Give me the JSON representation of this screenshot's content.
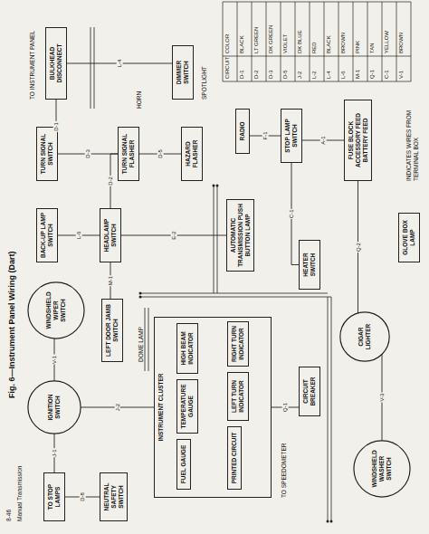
{
  "diagram": {
    "caption": "Fig. 6—Instrument Panel Wiring (Dart)",
    "nodes": [
      {
        "text": [
          "BULKHEAD DISCONNECT"
        ]
      },
      {
        "text": [
          "TURN SIGNAL SWITCH"
        ]
      },
      {
        "text": [
          "HEADLAMP SWITCH"
        ]
      },
      {
        "text": [
          "DIMMER SWITCH"
        ]
      },
      {
        "text": [
          "BACK-UP LAMP SWITCH"
        ]
      },
      {
        "text": [
          "WINDSHIELD WIPER SWITCH"
        ]
      },
      {
        "text": [
          "IGNITION SWITCH"
        ]
      },
      {
        "text": [
          "TO STOP LAMPS"
        ]
      },
      {
        "text": [
          "TURN SIGNAL FLASHER"
        ]
      },
      {
        "text": [
          "HAZARD FLASHER"
        ]
      },
      {
        "text": [
          "INSTRUMENT CLUSTER"
        ]
      },
      {
        "text": [
          "FUEL GAUGE"
        ],
        "in": 10
      },
      {
        "text": [
          "TEMPERATURE GAUGE"
        ],
        "in": 10
      },
      {
        "text": [
          "HIGH BEAM INDICATOR"
        ],
        "in": 10
      },
      {
        "text": [
          "PRINTED CIRCUIT"
        ],
        "in": 10
      },
      {
        "text": [
          "LEFT TURN INDICATOR"
        ],
        "in": 10
      },
      {
        "text": [
          "RIGHT TURN INDICATOR"
        ],
        "in": 10
      },
      {
        "text": [
          "CIRCUIT BREAKER"
        ]
      },
      {
        "text": [
          "NEUTRAL SAFETY SWITCH"
        ]
      },
      {
        "text": [
          "LEFT DOOR JAMB SWITCH"
        ]
      },
      {
        "text": [
          "AUTOMATIC TRANSMISSION PUSH BUTTON LAMP"
        ]
      },
      {
        "text": [
          "RADIO"
        ]
      },
      {
        "text": [
          "STOP LAMP SWITCH"
        ]
      },
      {
        "text": [
          "FUSE BLOCK",
          "ACCESSORY FEED",
          "BATTERY FEED"
        ]
      },
      {
        "text": [
          "HEATER SWITCH"
        ]
      },
      {
        "text": [
          "GLOVE BOX LAMP"
        ]
      },
      {
        "text": [
          "CIGAR LIGHTER"
        ]
      },
      {
        "text": [
          "WINDSHIELD WASHER SWITCH"
        ]
      }
    ],
    "edges": [
      {
        "from": 0,
        "to": 1,
        "arrow": "none",
        "label": "D-1"
      },
      {
        "from": 0,
        "to": 3,
        "arrow": "none",
        "label": "L-4"
      },
      {
        "from": 2,
        "to": 8,
        "arrow": "none",
        "label": "D-2"
      },
      {
        "from": 1,
        "to": 8,
        "arrow": "none",
        "label": "D-3"
      },
      {
        "from": 8,
        "to": 9,
        "arrow": "none",
        "label": "D-5"
      },
      {
        "from": 4,
        "to": 2,
        "arrow": "none",
        "label": "L-6"
      },
      {
        "from": 2,
        "to": 19,
        "arrow": "none",
        "label": "M-1"
      },
      {
        "from": 6,
        "to": 10,
        "arrow": "none",
        "label": "J-2"
      },
      {
        "from": 6,
        "to": 7,
        "arrow": "none",
        "label": "J-1"
      },
      {
        "from": 7,
        "to": 18,
        "arrow": "none",
        "label": "D-8"
      },
      {
        "from": 10,
        "to": 17,
        "arrow": "none",
        "label": "Q-1"
      },
      {
        "from": 22,
        "to": 21,
        "arrow": "none",
        "label": "F-1"
      },
      {
        "from": 23,
        "to": 22,
        "arrow": "none",
        "label": "A-1"
      },
      {
        "from": 22,
        "to": 24,
        "arrow": "none",
        "label": "C-1"
      },
      {
        "from": 23,
        "to": 26,
        "arrow": "none",
        "label": "Q-2"
      },
      {
        "from": 27,
        "to": 26,
        "arrow": "none",
        "label": "V-3"
      },
      {
        "from": 6,
        "to": 5,
        "arrow": "none",
        "label": "V-1"
      },
      {
        "from": 20,
        "to": 2,
        "arrow": "none",
        "label": "E-2"
      }
    ],
    "labels": [
      "8-46",
      "Manual Transmission",
      "TO INSTRUMENT PANEL",
      "HORN",
      "SPOTLIGHT",
      "DOME LAMP",
      "TO SPEEDOMETER",
      "INDICATES WIRES FROM TERMINAL BOX",
      "CIRCUIT",
      "COLOR",
      "D-1",
      "BLACK",
      "D-2",
      "LT GREEN",
      "D-3",
      "DK GREEN",
      "D-5",
      "VIOLET",
      "J-2",
      "DK BLUE",
      "L-2",
      "RED",
      "L-4",
      "BLACK",
      "L-6",
      "BROWN",
      "M-1",
      "PINK",
      "Q-1",
      "TAN",
      "C-1",
      "YELLOW",
      "V-1",
      "BROWN"
    ]
  }
}
